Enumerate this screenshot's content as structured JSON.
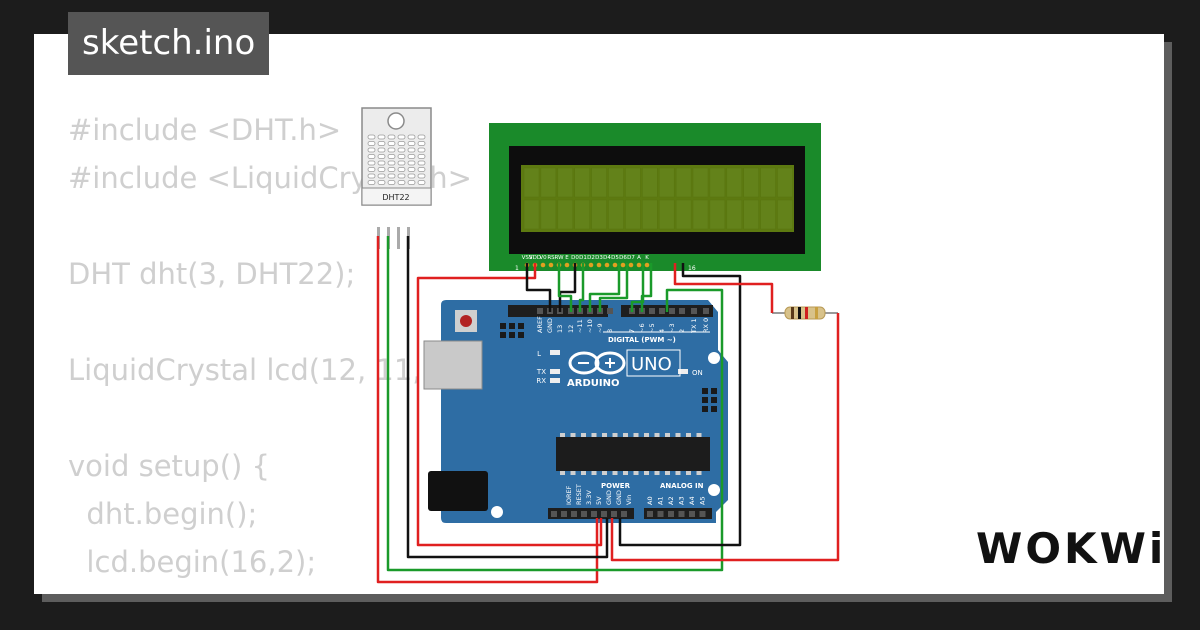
{
  "file_tab": {
    "label": "sketch.ino"
  },
  "code_lines": [
    "#include <DHT.h>",
    "#include <LiquidCrystal.h>",
    "",
    "DHT dht(3, DHT22);",
    "",
    "LiquidCrystal lcd(12, 11,",
    "",
    "void setup() {",
    "  dht.begin();",
    "  lcd.begin(16,2);",
    "}"
  ],
  "dht_sensor": {
    "label": "DHT22"
  },
  "lcd": {
    "pin_labels": [
      "VSS",
      "VDD",
      "V0",
      "RS",
      "RW",
      "E",
      "D0",
      "D1",
      "D2",
      "D3",
      "D4",
      "D5",
      "D6",
      "D7",
      "A",
      "K"
    ],
    "first_pin": "1",
    "last_pin": "16"
  },
  "arduino": {
    "brand": "ARDUINO",
    "model": "UNO",
    "digital_label": "DIGITAL (PWM ~)",
    "digital_pins": [
      "AREF",
      "GND",
      "13",
      "12",
      "~11",
      "~10",
      "~9",
      "8",
      "7",
      "~6",
      "~5",
      "4",
      "~3",
      "2",
      "TX 1",
      "RX 0"
    ],
    "led_l": "L",
    "led_tx": "TX",
    "led_rx": "RX",
    "led_on": "ON",
    "power_label": "POWER",
    "analog_label": "ANALOG IN",
    "power_pins": [
      "IOREF",
      "RESET",
      "3.3V",
      "5V",
      "GND",
      "GND",
      "Vin"
    ],
    "analog_pins": [
      "A0",
      "A1",
      "A2",
      "A3",
      "A4",
      "A5"
    ]
  },
  "brand_logo": {
    "text": "WOKWi"
  },
  "colors": {
    "wire_red": "#e02020",
    "wire_green": "#1a9a2a",
    "wire_black": "#111111",
    "board_blue": "#2e6da4",
    "lcd_green": "#1a8a2a",
    "lcd_screen": "#5d7a10"
  }
}
